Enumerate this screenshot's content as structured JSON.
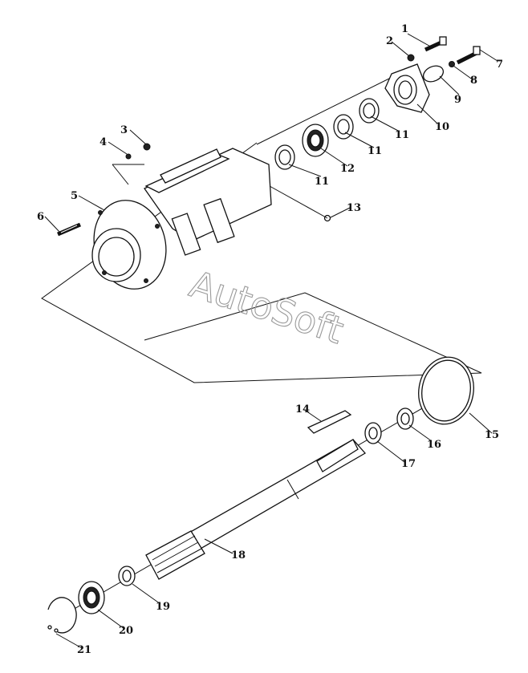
{
  "watermark": "AutoSoft",
  "colors": {
    "ink": "#111111",
    "watermark": "#9a9a9a",
    "background": "#ffffff"
  },
  "callouts": [
    "1",
    "2",
    "3",
    "4",
    "5",
    "6",
    "7",
    "8",
    "9",
    "10",
    "11",
    "11",
    "11",
    "12",
    "13",
    "14",
    "15",
    "16",
    "17",
    "18",
    "19",
    "20",
    "21"
  ]
}
